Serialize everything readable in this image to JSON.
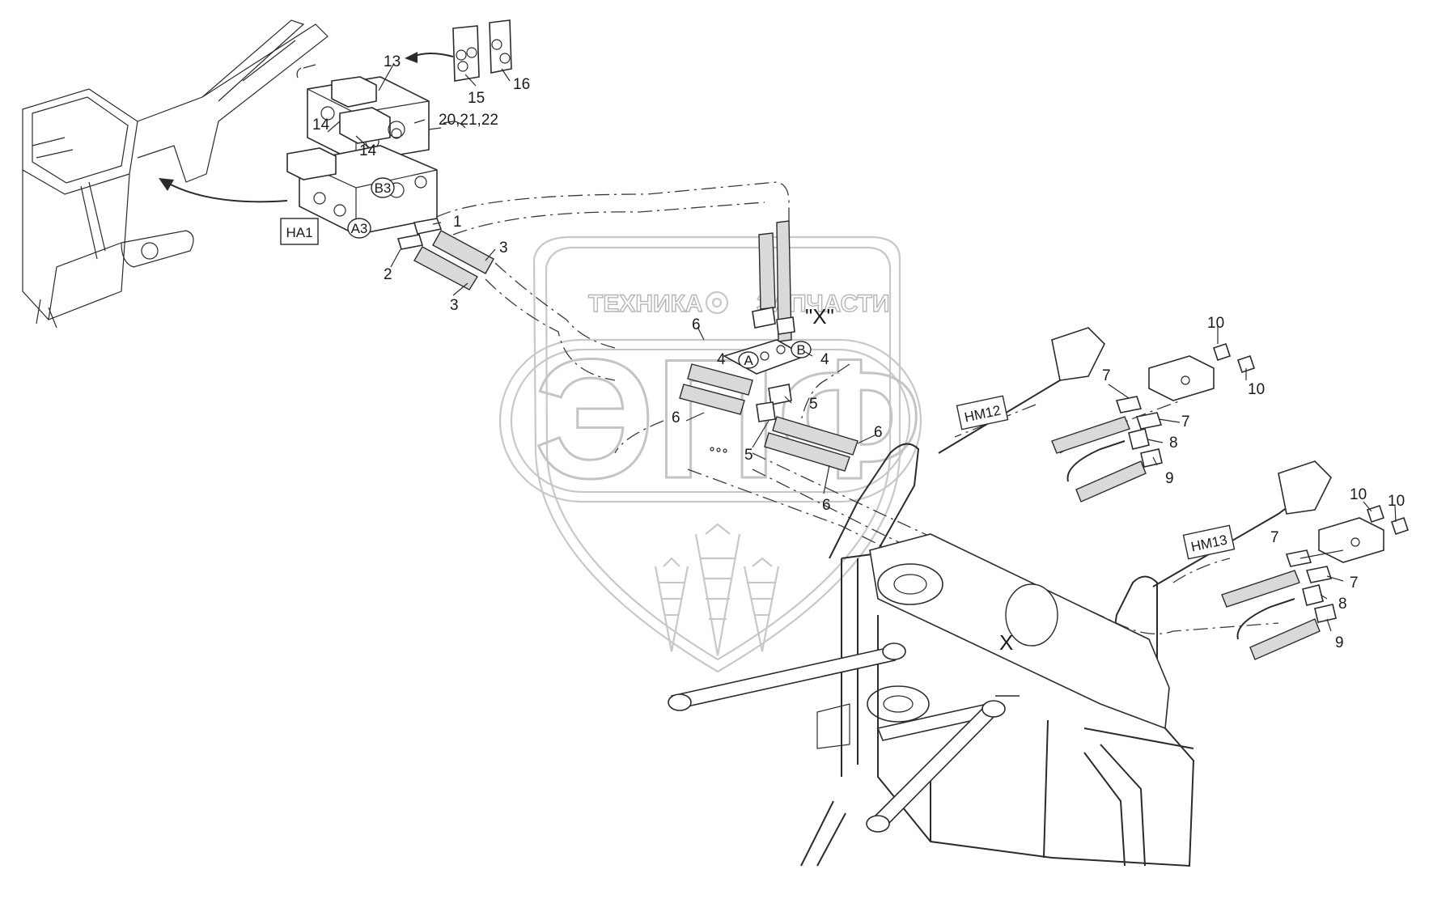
{
  "watermark": {
    "brand_left": "ТЕХНИКА",
    "brand_right": "ЗАПЧАСТИ",
    "big_letters": "ЭПФ"
  },
  "view_labels": {
    "detail_view": "\"X\"",
    "detail_marker": "X"
  },
  "port_tags": {
    "a_port": "A",
    "b_port": "B",
    "a3": "A3",
    "b3": "B3"
  },
  "component_tags": {
    "ha1": "HA1",
    "hm12": "HM12",
    "hm13": "HM13"
  },
  "callouts": {
    "c13": "13",
    "c14a": "14",
    "c14b": "14",
    "c15": "15",
    "c16": "16",
    "c20": "20,21,22",
    "c1": "1",
    "c2": "2",
    "c3a": "3",
    "c3b": "3",
    "c4a": "4",
    "c4b": "4",
    "c5a": "5",
    "c5b": "5",
    "c6a": "6",
    "c6b": "6",
    "c6c": "6",
    "c6d": "6",
    "c7a": "7",
    "c7b": "7",
    "c7c": "7",
    "c7d": "7",
    "c8a": "8",
    "c8b": "8",
    "c9a": "9",
    "c9b": "9",
    "c10a": "10",
    "c10b": "10",
    "c10c": "10",
    "c10d": "10"
  },
  "colors": {
    "line": "#2b2b2b",
    "watermark": "#c4c4c4",
    "hose_fill": "#d9d9d9"
  }
}
